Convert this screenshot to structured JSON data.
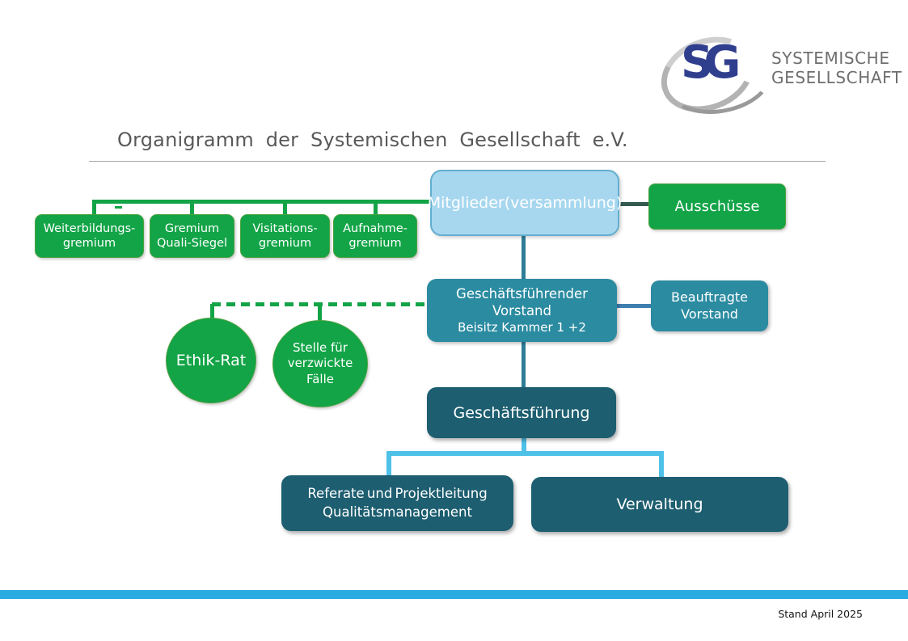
{
  "title": "Organigramm der Systemischen Gesellschaft e.V.",
  "logo": {
    "monogram": "SG",
    "name_line1": "SYSTEMISCHE",
    "name_line2": "GESELLSCHAFT"
  },
  "org": {
    "mitglieder": "Mitglieder(versammlung)",
    "ausschuesse": "Ausschüsse",
    "gremien": [
      {
        "line1": "Weiterbildungs-",
        "line2": "gremium"
      },
      {
        "line1": "Gremium",
        "line2": "Quali-Siegel"
      },
      {
        "line1": "Visitations-",
        "line2": "gremium"
      },
      {
        "line1": "Aufnahme-",
        "line2": "gremium"
      }
    ],
    "vorstand": {
      "line1": "Geschäftsführender",
      "line2": "Vorstand",
      "line3": "Beisitz Kammer 1 +2"
    },
    "beauftragte": {
      "line1": "Beauftragte",
      "line2": "Vorstand"
    },
    "ethikrat": "Ethik-Rat",
    "stelle": {
      "line1": "Stelle für",
      "line2": "verzwickte",
      "line3": "Fälle"
    },
    "geschaeftsfuehrung": "Geschäftsführung",
    "referate": {
      "line1": "Referate und Projektleitung",
      "line2": "Qualitätsmanagement"
    },
    "verwaltung": "Verwaltung"
  },
  "footer": {
    "date_note": "Stand April 2025"
  },
  "colors": {
    "green": "#12A447",
    "greenBorder": "#4BA23F",
    "teal": "#2B8BA1",
    "tealDark": "#1D5E70",
    "tealLine": "#2E7E97",
    "lightBlue": "#A7D7EF",
    "lightBlueBorder": "#62AECF",
    "steelBlue": "#3E7FB0",
    "slate": "#34594F",
    "cyan": "#4EC1E8",
    "bar": "#29ABE2",
    "navy": "#303E8E",
    "titleGray": "#595959"
  }
}
